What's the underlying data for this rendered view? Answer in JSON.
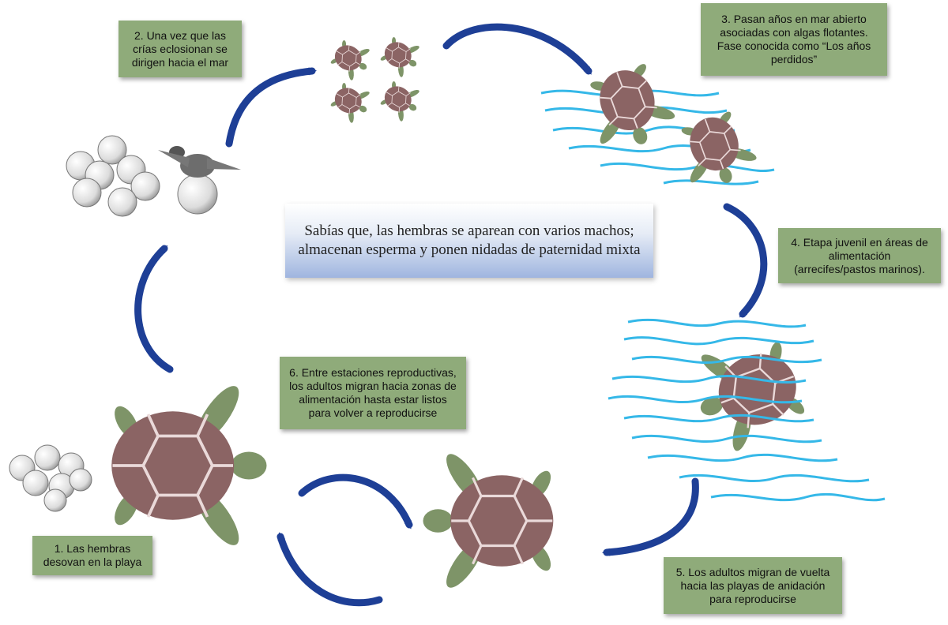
{
  "center_note": "Sabías que, las hembras se aparean con varios machos; almacenan esperma y ponen nidadas de paternidad mixta",
  "steps": [
    {
      "lines": [
        "1. Las hembras",
        "desovan en la playa"
      ]
    },
    {
      "lines": [
        "2. Una vez que las",
        "crías eclosionan se",
        "dirigen hacia el mar"
      ]
    },
    {
      "lines": [
        "3. Pasan años en mar abierto",
        "asociadas con algas flotantes.",
        "Fase conocida como “Los años",
        "perdidos”"
      ]
    },
    {
      "lines": [
        "4. Etapa juvenil en áreas de",
        "alimentación",
        "(arrecifes/pastos marinos)."
      ]
    },
    {
      "lines": [
        "5. Los adultos migran de vuelta",
        "hacia las playas de anidación",
        "para reproducirse"
      ]
    },
    {
      "lines": [
        "6. Entre estaciones reproductivas,",
        "los adultos migran hacia zonas de",
        "alimentación hasta estar listos",
        "para volver a reproducirse"
      ]
    }
  ],
  "colors": {
    "label_bg": "#8fab7a",
    "arrow": "#1e3f96",
    "shell": "#8b6464",
    "shell_line": "#ead9d9",
    "flipper": "#7e9468",
    "water": "#35b8e8",
    "egg": "#e9e9e9"
  }
}
